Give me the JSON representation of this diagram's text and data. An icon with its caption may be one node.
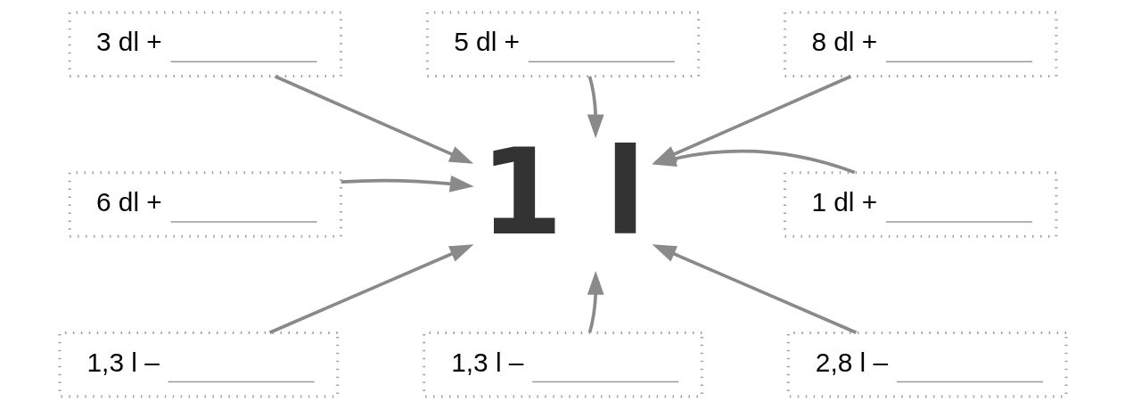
{
  "diagram": {
    "nodes": [
      {
        "text": [
          "3 dl +"
        ]
      },
      {
        "text": [
          "5 dl +"
        ]
      },
      {
        "text": [
          "8 dl +"
        ]
      },
      {
        "text": [
          "6 dl +"
        ]
      },
      {
        "text": [
          "1 l"
        ]
      },
      {
        "text": [
          "1 dl +"
        ]
      },
      {
        "text": [
          "1,3 l –"
        ]
      },
      {
        "text": [
          "1,3 l –"
        ]
      },
      {
        "text": [
          "2,8 l –"
        ]
      }
    ],
    "edges": [
      {
        "from": 0,
        "to": 4,
        "arrow": "to"
      },
      {
        "from": 1,
        "to": 4,
        "arrow": "to"
      },
      {
        "from": 2,
        "to": 4,
        "arrow": "to"
      },
      {
        "from": 3,
        "to": 4,
        "arrow": "to"
      },
      {
        "from": 5,
        "to": 4,
        "arrow": "to"
      },
      {
        "from": 6,
        "to": 4,
        "arrow": "to"
      },
      {
        "from": 7,
        "to": 4,
        "arrow": "to"
      },
      {
        "from": 8,
        "to": 4,
        "arrow": "to"
      }
    ]
  }
}
